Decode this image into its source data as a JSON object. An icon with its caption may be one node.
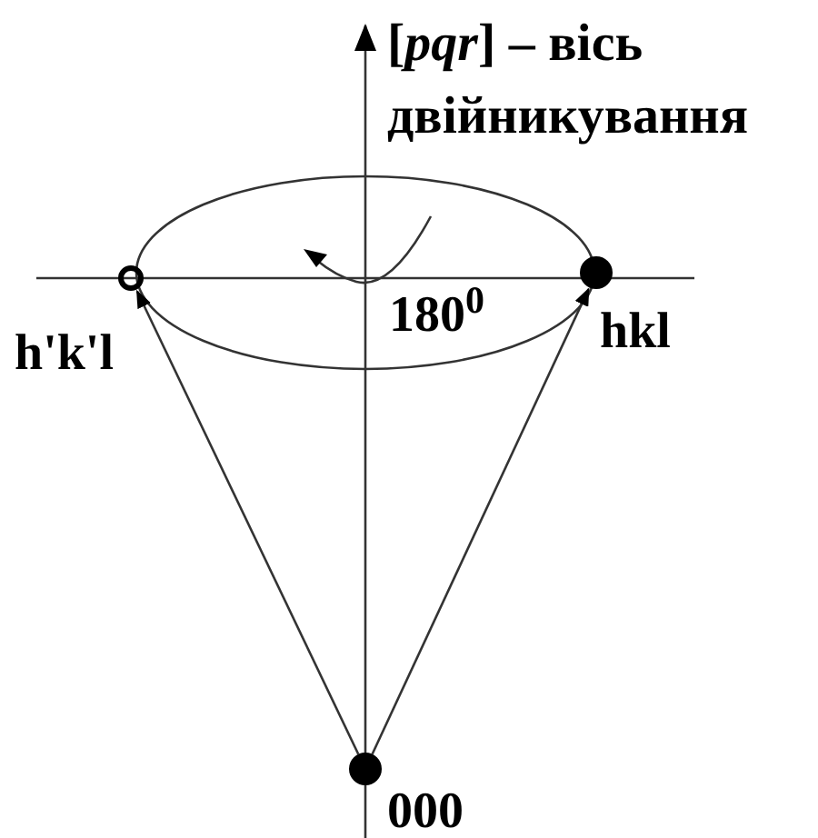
{
  "diagram": {
    "nodes": [
      {
        "text": [],
        "shape": "circle",
        "beside": [
          "000"
        ]
      },
      {
        "text": [],
        "shape": "circle",
        "beside": [
          "h'k'l"
        ]
      },
      {
        "text": [],
        "shape": "circle",
        "beside": [
          "hkl"
        ]
      }
    ],
    "edges": [
      {
        "from": 0,
        "to": 1,
        "arrow": "to"
      },
      {
        "from": 0,
        "to": 2,
        "arrow": "to"
      }
    ],
    "labels": [
      "[*pqr*] – вісь двійникування",
      "180$^{0}$"
    ]
  }
}
